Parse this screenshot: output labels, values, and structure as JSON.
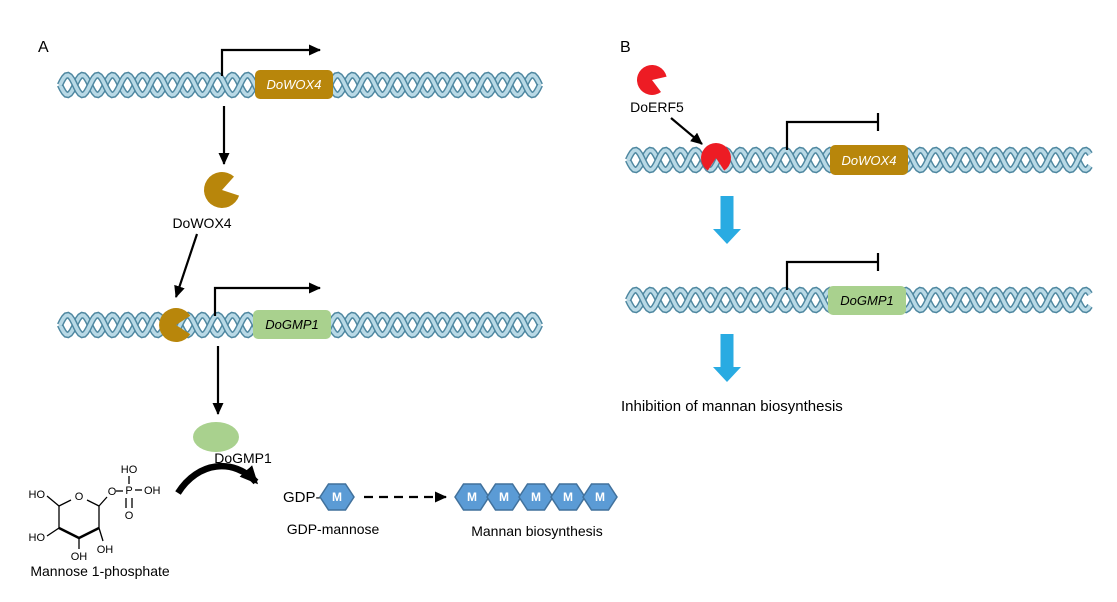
{
  "colors": {
    "gold": "#B8860B",
    "green": "#A9D18E",
    "red": "#ED1C24",
    "cyan": "#29ABE2",
    "hex_fill": "#5B9BD5",
    "hex_stroke": "#41719C",
    "dna_dark": "#4E87A0",
    "dna_light": "#B8D9E6"
  },
  "panelA": {
    "label": "A",
    "gene_dowox4": "DoWOX4",
    "protein_dowox4": "DoWOX4",
    "gene_dogmp1": "DoGMP1",
    "protein_dogmp1": "DoGMP1",
    "substrate_label": "Mannose 1-phosphate",
    "chem": {
      "ho_arm": "HO",
      "o_ring": "O",
      "o_link": "O",
      "p": "P",
      "ho_p": "HO",
      "oh_p": "OH",
      "o_dbl": "O",
      "ho_bottom_left": "HO",
      "oh_bottom": "OH",
      "oh_bottom_right": "OH"
    },
    "gdp_prefix": "GDP-",
    "gdp_m": "M",
    "gdp_mannose_label": "GDP-mannose",
    "mannan_chain": [
      "M",
      "M",
      "M",
      "M",
      "M"
    ],
    "mannan_label": "Mannan biosynthesis"
  },
  "panelB": {
    "label": "B",
    "erf5_label": "DoERF5",
    "gene_dowox4": "DoWOX4",
    "gene_dogmp1": "DoGMP1",
    "inhibition_label": "Inhibition of mannan biosynthesis"
  }
}
